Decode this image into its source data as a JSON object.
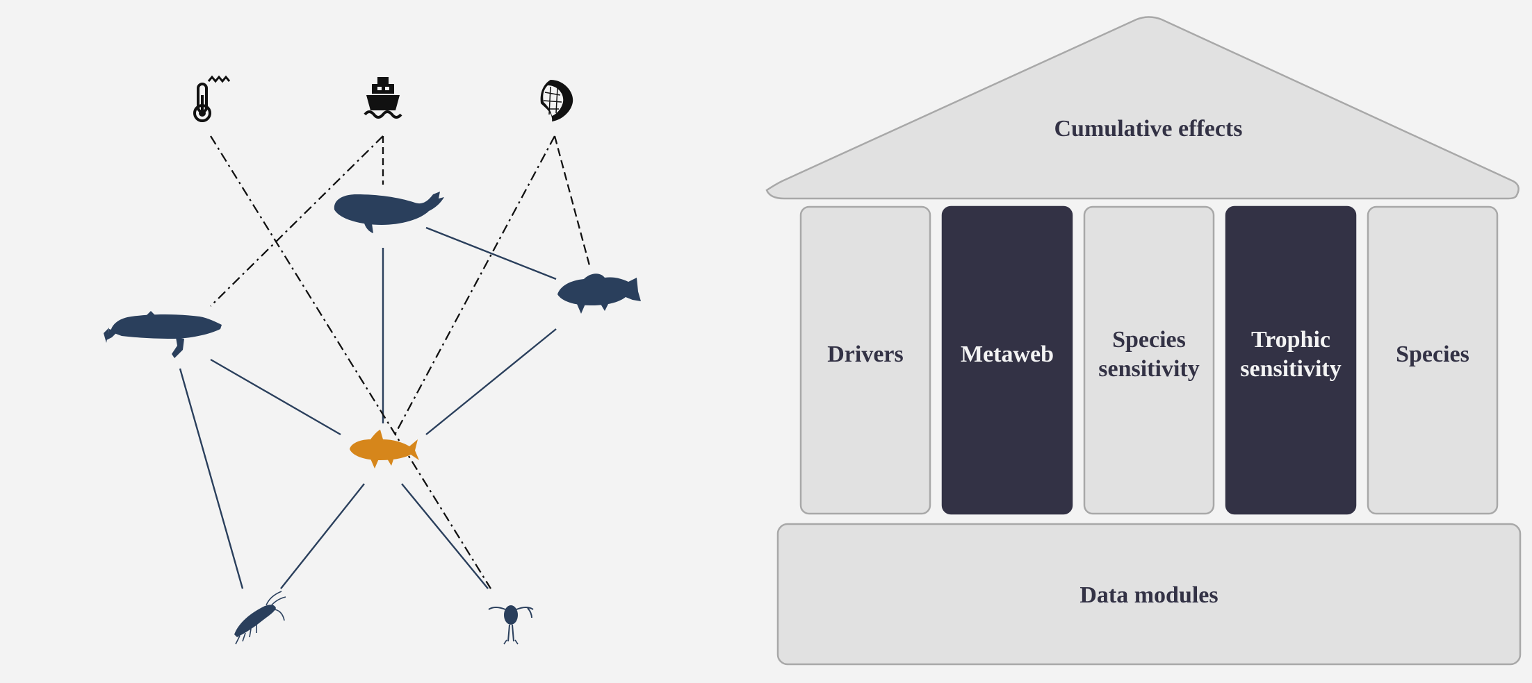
{
  "network": {
    "drivers": [
      {
        "id": "temperature",
        "icon": "thermometer-icon"
      },
      {
        "id": "shipping",
        "icon": "ship-icon"
      },
      {
        "id": "fishing",
        "icon": "fishing-net-icon"
      }
    ],
    "species": [
      {
        "id": "beluga",
        "icon": "beluga-whale-icon"
      },
      {
        "id": "humpback",
        "icon": "humpback-whale-icon"
      },
      {
        "id": "cod",
        "icon": "cod-icon"
      },
      {
        "id": "capelin",
        "icon": "capelin-fish-icon",
        "highlight": true
      },
      {
        "id": "krill",
        "icon": "krill-icon"
      },
      {
        "id": "copepod",
        "icon": "copepod-icon"
      }
    ],
    "colors": {
      "species": "#2a3f5c",
      "highlight": "#d6861b",
      "driver": "#111111",
      "trophic_link": "#2a3f5c",
      "driver_link": "#111111"
    }
  },
  "framework": {
    "roof": {
      "label": "Cumulative effects"
    },
    "pillars": [
      {
        "lines": [
          "Drivers"
        ],
        "dark": false
      },
      {
        "lines": [
          "Metaweb"
        ],
        "dark": true
      },
      {
        "lines": [
          "Species",
          "sensitivity"
        ],
        "dark": false
      },
      {
        "lines": [
          "Trophic",
          "sensitivity"
        ],
        "dark": true
      },
      {
        "lines": [
          "Species"
        ],
        "dark": false
      }
    ],
    "base": {
      "label": "Data modules"
    },
    "colors": {
      "light_fill": "#e1e1e1",
      "dark_fill": "#333245",
      "stroke": "#a8a8a8",
      "text_dark": "#333245",
      "text_light": "#f3f3f3"
    }
  }
}
